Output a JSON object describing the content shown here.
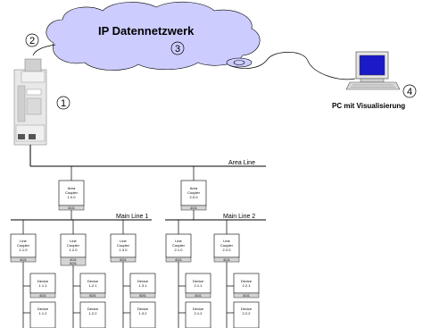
{
  "network": {
    "title": "IP Datennetzwerk"
  },
  "markers": {
    "router": "1",
    "link": "2",
    "network": "3",
    "pc": "4"
  },
  "pc": {
    "label": "PC mit Visualisierung"
  },
  "lines": {
    "area_line": "Area Line",
    "main_line_1": "Main Line 1",
    "main_line_2": "Main Line 2"
  },
  "area_couplers": [
    {
      "name": "Area",
      "type": "Coupler",
      "address": "1.0.0",
      "tag": "4/1/1"
    },
    {
      "name": "Area",
      "type": "Coupler",
      "address": "2.0.0",
      "tag": "4/1/1"
    }
  ],
  "line_couplers": [
    {
      "name": "Line",
      "type": "Coupler",
      "address": "1.1.0",
      "tag": "4/1/1"
    },
    {
      "name": "Line",
      "type": "Coupler",
      "address": "1.2.0",
      "tag": "4/1/1",
      "tag2": "5/2/1"
    },
    {
      "name": "Line",
      "type": "Coupler",
      "address": "1.3.0",
      "tag": "5/2/1"
    },
    {
      "name": "Line",
      "type": "Coupler",
      "address": "2.1.0",
      "tag": "4/1/1"
    },
    {
      "name": "Line",
      "type": "Coupler",
      "address": "2.2.0",
      "tag": "4/1/1"
    }
  ],
  "devices": [
    {
      "name": "Device",
      "address": "1.1.1",
      "tag": "4/1/1"
    },
    {
      "name": "Device",
      "address": "1.1.2",
      "tag": ""
    },
    {
      "name": "Device",
      "address": "1.2.1",
      "tag": "5/2/1"
    },
    {
      "name": "Device",
      "address": "1.2.2",
      "tag": ""
    },
    {
      "name": "Device",
      "address": "1.3.1",
      "tag": "5/2/1"
    },
    {
      "name": "Device",
      "address": "1.3.2",
      "tag": ""
    },
    {
      "name": "Device",
      "address": "2.1.1",
      "tag": "4/1/1"
    },
    {
      "name": "Device",
      "address": "2.1.2",
      "tag": ""
    },
    {
      "name": "Device",
      "address": "2.2.1",
      "tag": "4/1/1"
    },
    {
      "name": "Device",
      "address": "2.2.2",
      "tag": ""
    }
  ],
  "colors": {
    "cloud": "#ccccff",
    "monitor_screen": "#1a1ac8",
    "address_bar": "#d4d4d4"
  }
}
